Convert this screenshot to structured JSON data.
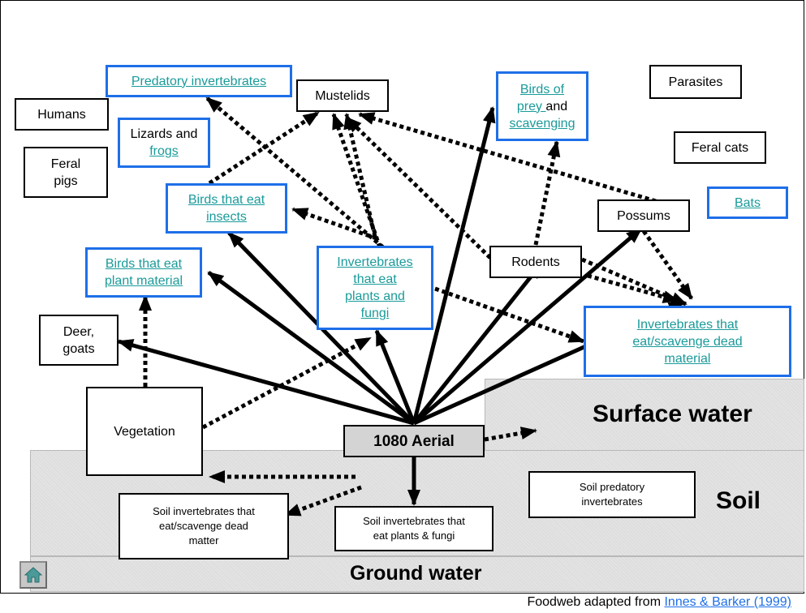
{
  "layers": {
    "surface_water": "Surface water",
    "soil": "Soil",
    "ground_water": "Ground water"
  },
  "nodes": {
    "predatory_invertebrates": "Predatory invertebrates",
    "mustelids": "Mustelids",
    "birds_of_prey_l1": "Birds of",
    "birds_of_prey_l2a": "prey ",
    "birds_of_prey_l2b": "and",
    "birds_of_prey_l3": "scavenging",
    "parasites": "Parasites",
    "humans": "Humans",
    "lizards_l1": "Lizards and",
    "lizards_l2": "frogs",
    "feral_cats": "Feral cats",
    "feral_pigs_l1": "Feral",
    "feral_pigs_l2": "pigs",
    "birds_insects_l1": "Birds that eat",
    "birds_insects_l2": "insects",
    "bats": "Bats",
    "possums": "Possums",
    "birds_plant_l1": "Birds that eat",
    "birds_plant_l2": "plant material",
    "inv_plants_l1": "Invertebrates",
    "inv_plants_l2": "that eat",
    "inv_plants_l3": "plants and",
    "inv_plants_l4": "fungi",
    "rodents": "Rodents",
    "deer_l1": "Deer,",
    "deer_l2": "goats",
    "inv_dead_l1": "Invertebrates that",
    "inv_dead_l2": "eat/scavenge dead",
    "inv_dead_l3": "material",
    "vegetation": "Vegetation",
    "aerial": "1080 Aerial",
    "soil_predatory_l1": "Soil predatory",
    "soil_predatory_l2": "invertebrates",
    "soil_inv_dead_l1": "Soil invertebrates that",
    "soil_inv_dead_l2": "eat/scavenge dead",
    "soil_inv_dead_l3": "matter",
    "soil_inv_plants_l1": "Soil invertebrates that",
    "soil_inv_plants_l2": "eat plants & fungi"
  },
  "footer": {
    "prefix": "Foodweb adapted from ",
    "link": "Innes & Barker (1999)"
  },
  "colors": {
    "link": "#1a9a9a",
    "box_border_blue": "#1e6fe8",
    "layer_fill": "#e3e3e3",
    "aerial_fill": "#d4d4d4"
  },
  "icons": {
    "home": "home-icon"
  }
}
